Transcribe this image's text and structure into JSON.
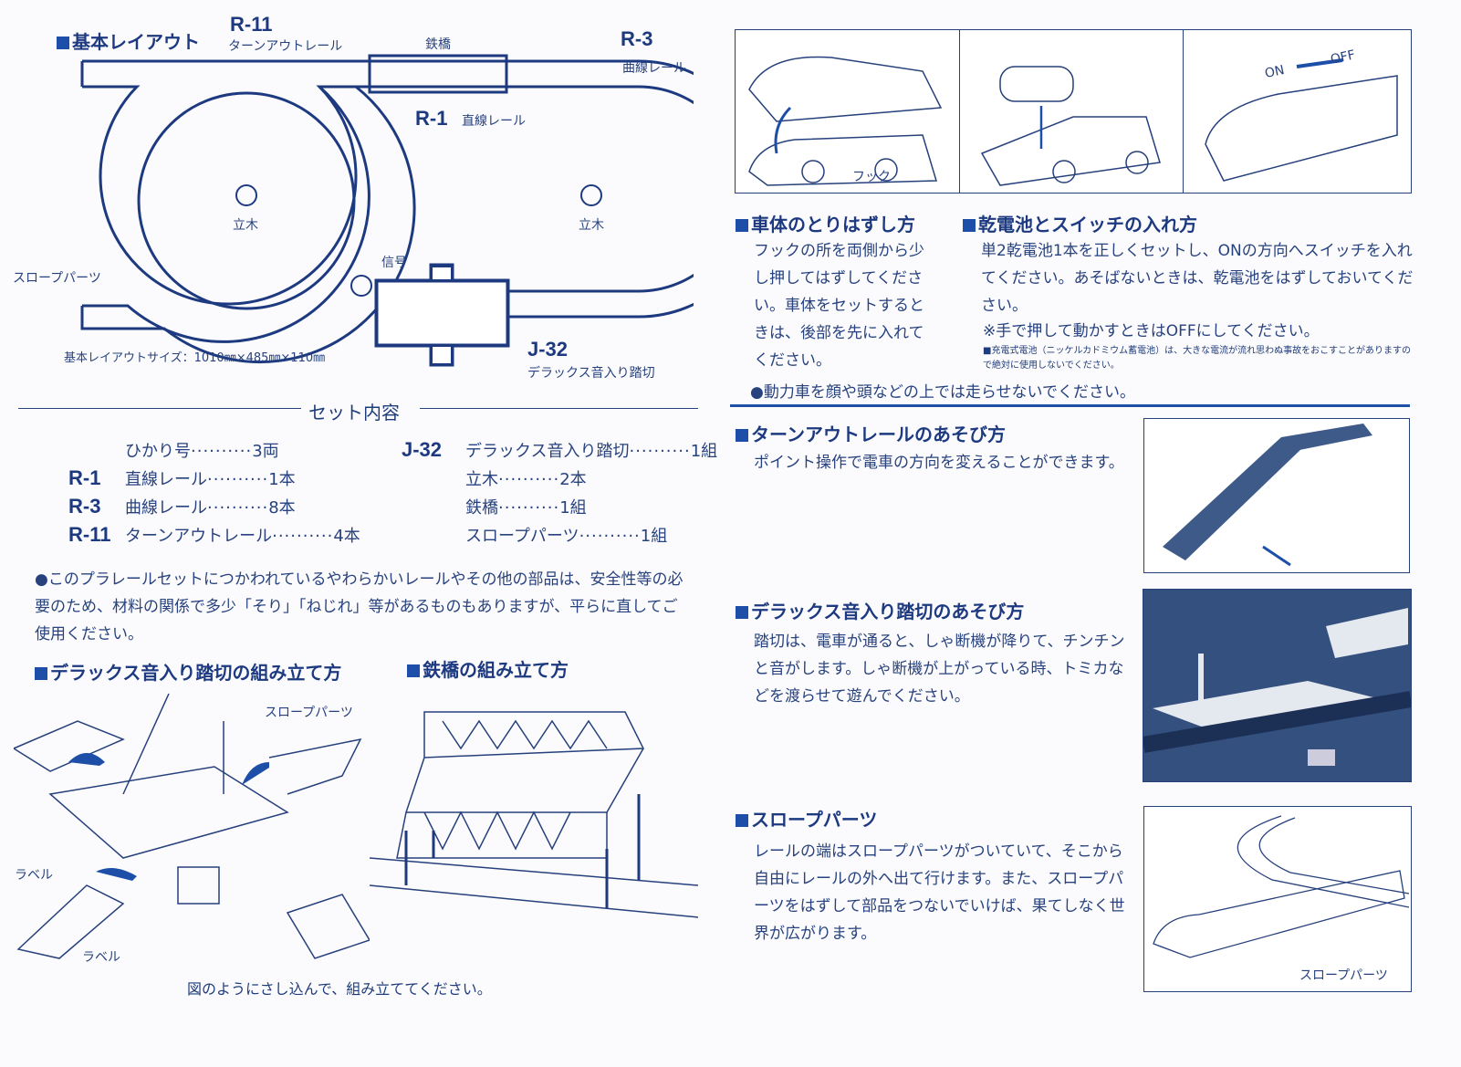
{
  "layout": {
    "heading": "基本レイアウト",
    "labels": {
      "r11_code": "R-11",
      "r11_name": "ターンアウトレール",
      "bridge": "鉄橋",
      "r3_code": "R-3",
      "r3_name": "曲線レール",
      "r1_code": "R-1",
      "r1_name": "直線レール",
      "tree_left": "立木",
      "tree_right": "立木",
      "signal": "信号",
      "slope": "スロープパーツ",
      "j32_code": "J-32",
      "j32_name": "デラックス音入り踏切"
    },
    "size_text": "基本レイアウトサイズ：1010㎜×485㎜×110㎜"
  },
  "contents": {
    "heading": "セット内容",
    "left": [
      {
        "code": "",
        "name": "ひかり号",
        "qty": "3両"
      },
      {
        "code": "R-1",
        "name": "直線レール",
        "qty": "1本"
      },
      {
        "code": "R-3",
        "name": "曲線レール",
        "qty": "8本"
      },
      {
        "code": "R-11",
        "name": "ターンアウトレール",
        "qty": "4本"
      }
    ],
    "right": [
      {
        "code": "J-32",
        "name": "デラックス音入り踏切",
        "qty": "1組"
      },
      {
        "code": "",
        "name": "立木",
        "qty": "2本"
      },
      {
        "code": "",
        "name": "鉄橋",
        "qty": "1組"
      },
      {
        "code": "",
        "name": "スロープパーツ",
        "qty": "1組"
      }
    ]
  },
  "note": "●このプラレールセットにつかわれているやわらかいレールやその他の部品は、安全性等の必要のため、材料の関係で多少「そり」「ねじれ」等があるものもありますが、平らに直してご使用ください。",
  "assembly": {
    "crossing_heading": "デラックス音入り踏切の組み立て方",
    "bridge_heading": "鉄橋の組み立て方",
    "slope_label": "スロープパーツ",
    "label1": "ラベル",
    "label2": "ラベル",
    "caption": "図のようにさし込んで、組み立ててください。"
  },
  "top_panels": {
    "hook": "フック",
    "on": "ON",
    "off": "OFF"
  },
  "body_removal": {
    "heading": "車体のとりはずし方",
    "text": "フックの所を両側から少し押してはずしてください。車体をセットするときは、後部を先に入れてください。"
  },
  "battery": {
    "heading": "乾電池とスイッチの入れ方",
    "text": "単2乾電池1本を正しくセットし、ONの方向へスイッチを入れてください。あそばないときは、乾電池をはずしておいてください。",
    "note": "※手で押して動かすときはOFFにしてください。",
    "warning": "■充電式電池（ニッケルカドミウム蓄電池）は、大きな電流が流れ思わぬ事故をおこすことがありますので絶対に使用しないでください。"
  },
  "caution": "●動力車を顔や頭などの上では走らせないでください。",
  "turnout": {
    "heading": "ターンアウトレールのあそび方",
    "text": "ポイント操作で電車の方向を変えることができます。"
  },
  "crossing": {
    "heading": "デラックス音入り踏切のあそび方",
    "text": "踏切は、電車が通ると、しゃ断機が降りて、チンチンと音がします。しゃ断機が上がっている時、トミカなどを渡らせて遊んでください。"
  },
  "slope": {
    "heading": "スロープパーツ",
    "text": "レールの端はスロープパーツがついていて、そこから自由にレールの外へ出て行けます。また、スロープパーツをはずして部品をつないでいけば、果てしなく世界が広がります。",
    "photo_label": "スロープパーツ"
  }
}
